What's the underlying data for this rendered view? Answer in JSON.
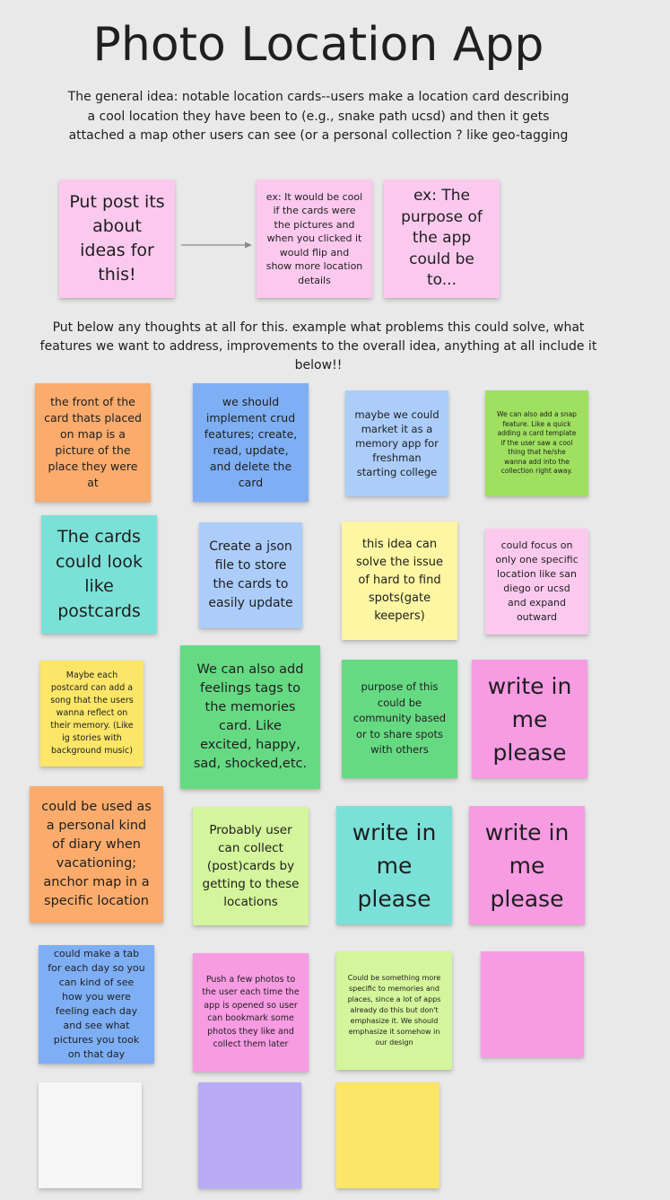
{
  "title": "Photo Location App",
  "intro": "The general idea: notable location cards--users make a location card describing a cool location they have been to (e.g., snake path ucsd) and then it gets attached a map other users can see (or a personal collection ? like geo-tagging",
  "instructions": "Put below any thoughts at all for this. example what problems this could solve, what features we want to address, improvements to the overall idea, anything at all include it below!!",
  "colors": {
    "background": "#e9e9e9",
    "pink_light": "#fcc9ee",
    "pink_hot": "#f79be3",
    "orange": "#fbac6c",
    "blue": "#7eaff5",
    "blue_light": "#accdfa",
    "green": "#9fe060",
    "green_mid": "#66da83",
    "green_light": "#d4f59b",
    "teal": "#7be1d8",
    "yellow_light": "#fdf6a2",
    "yellow": "#fce668",
    "white": "#f6f6f6",
    "purple": "#b9abf5",
    "arrow": "#8a8a8a"
  },
  "top_notes": [
    "Put post its about ideas for this!",
    "ex: It would be cool if the cards were the pictures and when you clicked it would flip and show more location details",
    "ex: The purpose of the app could be to..."
  ],
  "notes": [
    "the front of the card thats placed on map is a picture of the place they were at",
    "we should implement crud features; create, read, update, and delete the card",
    "maybe we could market it as a memory app for freshman starting college",
    "We can also add a snap feature. Like a quick adding a card template if the user saw a cool thing that he/she wanna add into the collection right away.",
    "The cards could look like postcards",
    "Create a json file to store the cards to easily update",
    "this idea can solve the issue of hard to find spots(gate keepers)",
    "could focus on only one specific location like san diego or ucsd and expand outward",
    "Maybe each postcard can add a song that the users wanna reflect on their memory. (Like ig stories with background music)",
    "We can also add feelings tags to the memories card. Like excited, happy, sad, shocked,etc.",
    "purpose of this could be community based or to share spots with others",
    "write in me please",
    "could be used as a personal kind of diary when vacationing; anchor map in a specific location",
    "Probably user can collect (post)cards by getting to these locations",
    "write in me please",
    "write in me please",
    "could make a tab for each day so you can kind of see how you were feeling each day and see what pictures you took on that day",
    "Push a few photos to the user each time the app is opened so user can bookmark some photos they like and collect them later",
    "Could be something more specific to memories and places, since a lot of apps already do this but don't emphasize it. We should emphasize it somehow in our design",
    "",
    "",
    "",
    ""
  ]
}
